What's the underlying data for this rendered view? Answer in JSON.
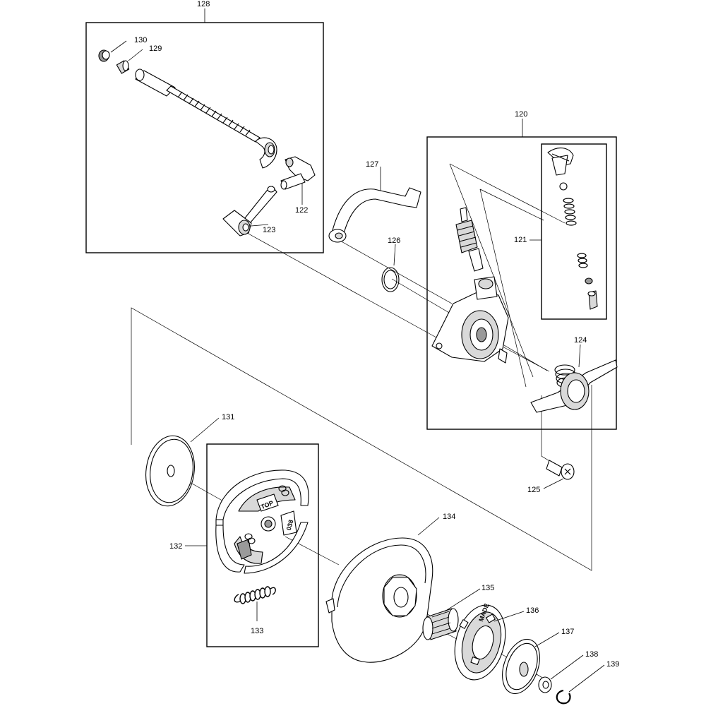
{
  "callouts": {
    "c128": "128",
    "c130": "130",
    "c129": "129",
    "c120": "120",
    "c127": "127",
    "c126": "126",
    "c121": "121",
    "c122": "122",
    "c123": "123",
    "c124": "124",
    "c131": "131",
    "c125": "125",
    "c134": "134",
    "c132": "132",
    "c135": "135",
    "c136": "136",
    "c133": "133",
    "c137": "137",
    "c138": "138",
    "c139": "139"
  },
  "markings": {
    "clutch_top": "TOP",
    "clutch_038": "038",
    "sprocket_rim": "MADE"
  }
}
